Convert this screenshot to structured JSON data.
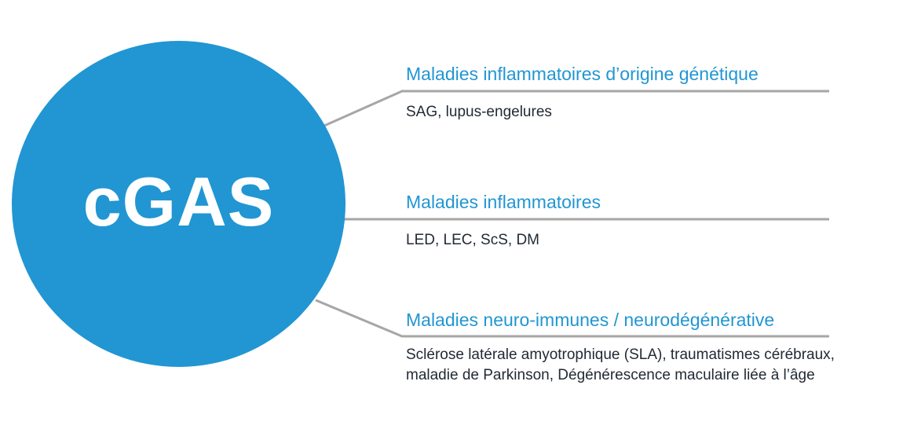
{
  "hub": {
    "label": "cGAS",
    "color": "#2196d3"
  },
  "colors": {
    "title": "#2196d3",
    "text": "#222a35",
    "line": "#a6a6a6"
  },
  "branches": [
    {
      "title": "Maladies inflammatoires d’origine génétique",
      "description": "SAG, lupus-engelures"
    },
    {
      "title": "Maladies inflammatoires",
      "description": "LED, LEC, ScS, DM"
    },
    {
      "title": "Maladies neuro-immunes / neurodégénérative",
      "description": "Sclérose latérale amyotrophique (SLA), traumatismes cérébraux, maladie de Parkinson, Dégénérescence maculaire liée à l’âge"
    }
  ]
}
